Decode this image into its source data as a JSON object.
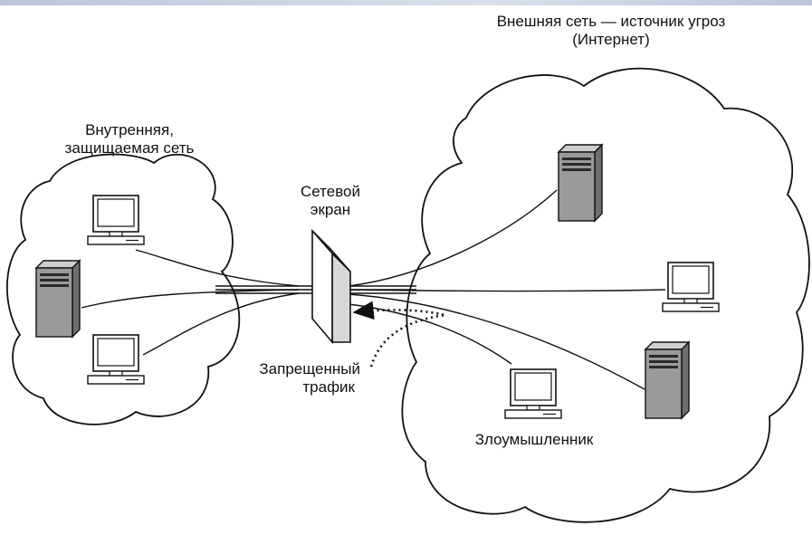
{
  "labels": {
    "internet": [
      "Внешняя сеть — источник угроз",
      "(Интернет)"
    ],
    "internal": [
      "Внутренняя,",
      "защищаемая сеть"
    ],
    "firewall": [
      "Сетевой",
      "экран"
    ],
    "blocked": [
      "Запрещенный",
      "трафик"
    ],
    "attacker": "Злоумышленник"
  },
  "colors": {
    "line": "#111111",
    "server_fill": "#9a9a9a",
    "header_bar": "#c9d3e3"
  }
}
